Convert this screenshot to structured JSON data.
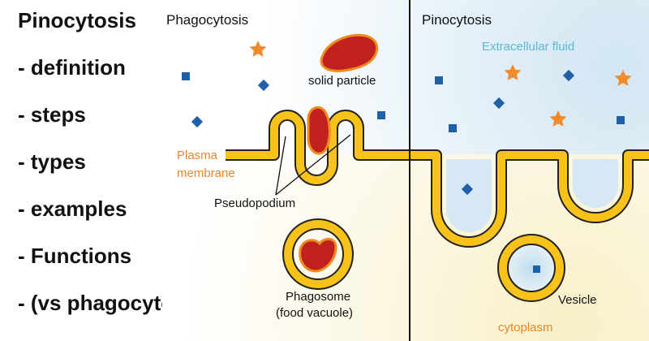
{
  "topics": {
    "title": "Pinocytosis",
    "items": [
      "- definition",
      "- steps",
      "- types",
      "- examples",
      "- Functions",
      "- (vs phagocytosis)"
    ]
  },
  "diagram": {
    "left_heading": "Phagocytosis",
    "right_heading": "Pinocytosis",
    "labels": {
      "extracellular_fluid": "Extracellular fluid",
      "solid_particle": "solid particle",
      "plasma_membrane_line1": "Plasma",
      "plasma_membrane_line2": "membrane",
      "pseudopodium": "Pseudopodium",
      "phagosome_line1": "Phagosome",
      "phagosome_line2": "(food vacuole)",
      "vesicle": "Vesicle",
      "cytoplasm": "cytoplasm"
    },
    "colors": {
      "membrane_fill": "#F7C21A",
      "membrane_outline": "#222222",
      "particle_fill": "#C0201E",
      "particle_outline": "#F08A1E",
      "orange_label": "#E8862A",
      "fluid_label": "#5BB8D6",
      "star": "#F08A2A",
      "square": "#2060A8",
      "extracellular_bg": "#D8E9F4",
      "cytoplasm_bg": "#FBF5D6"
    }
  }
}
